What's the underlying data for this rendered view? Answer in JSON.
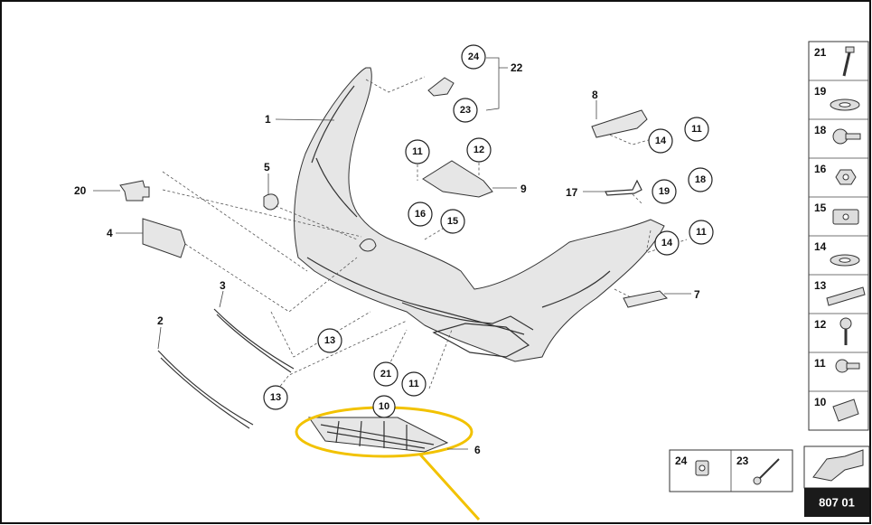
{
  "diagram": {
    "page_code": "807 01",
    "plain_labels": [
      "1",
      "2",
      "3",
      "4",
      "5",
      "6",
      "7",
      "8",
      "9",
      "17",
      "20",
      "22"
    ],
    "circled_labels": [
      "24",
      "23",
      "11",
      "12",
      "14",
      "11",
      "16",
      "15",
      "19",
      "18",
      "14",
      "11",
      "13",
      "13",
      "21",
      "11",
      "10"
    ],
    "side_panel": [
      "21",
      "19",
      "18",
      "16",
      "15",
      "14",
      "13",
      "12",
      "11",
      "10"
    ],
    "bottom_boxes": [
      "24",
      "23"
    ]
  },
  "colors": {
    "highlight": "#f2c200",
    "line": "#333333",
    "page_code_bg": "#1a1a1a"
  }
}
